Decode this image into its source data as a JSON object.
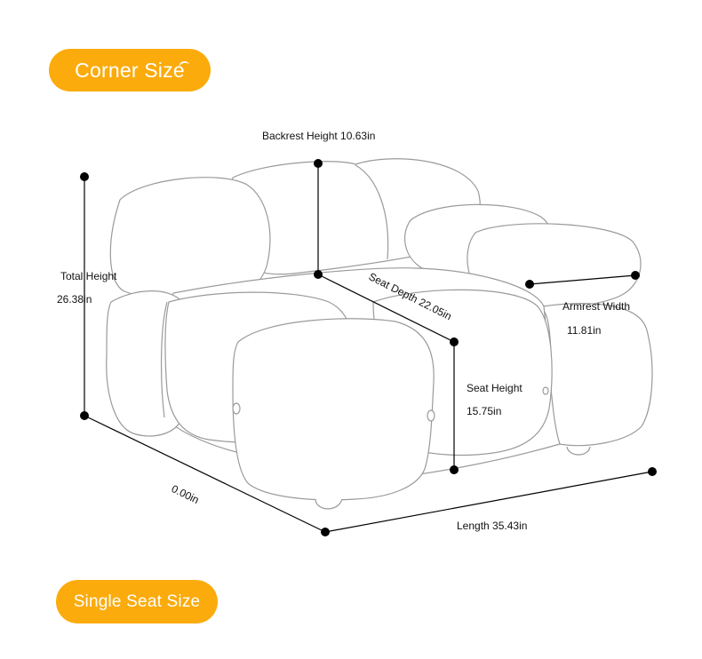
{
  "badges": {
    "corner_size": "Corner Size",
    "single_seat_size": "Single Seat Size"
  },
  "dimensions": {
    "backrest_height": "Backrest Height 10.63in",
    "total_height_label": "Total Height",
    "total_height_value": "26.38in",
    "seat_depth": "Seat Depth 22.05in",
    "armrest_width_label": "Armrest Width",
    "armrest_width_value": "11.81in",
    "seat_height_label": "Seat Height",
    "seat_height_value": "15.75in",
    "width_value": "0.00in",
    "length": "Length 35.43in"
  },
  "colors": {
    "badge": "#fbab0c",
    "outline": "#9a9a9a",
    "dimension_line": "#000000"
  },
  "icons": [
    "leaf-icon"
  ]
}
